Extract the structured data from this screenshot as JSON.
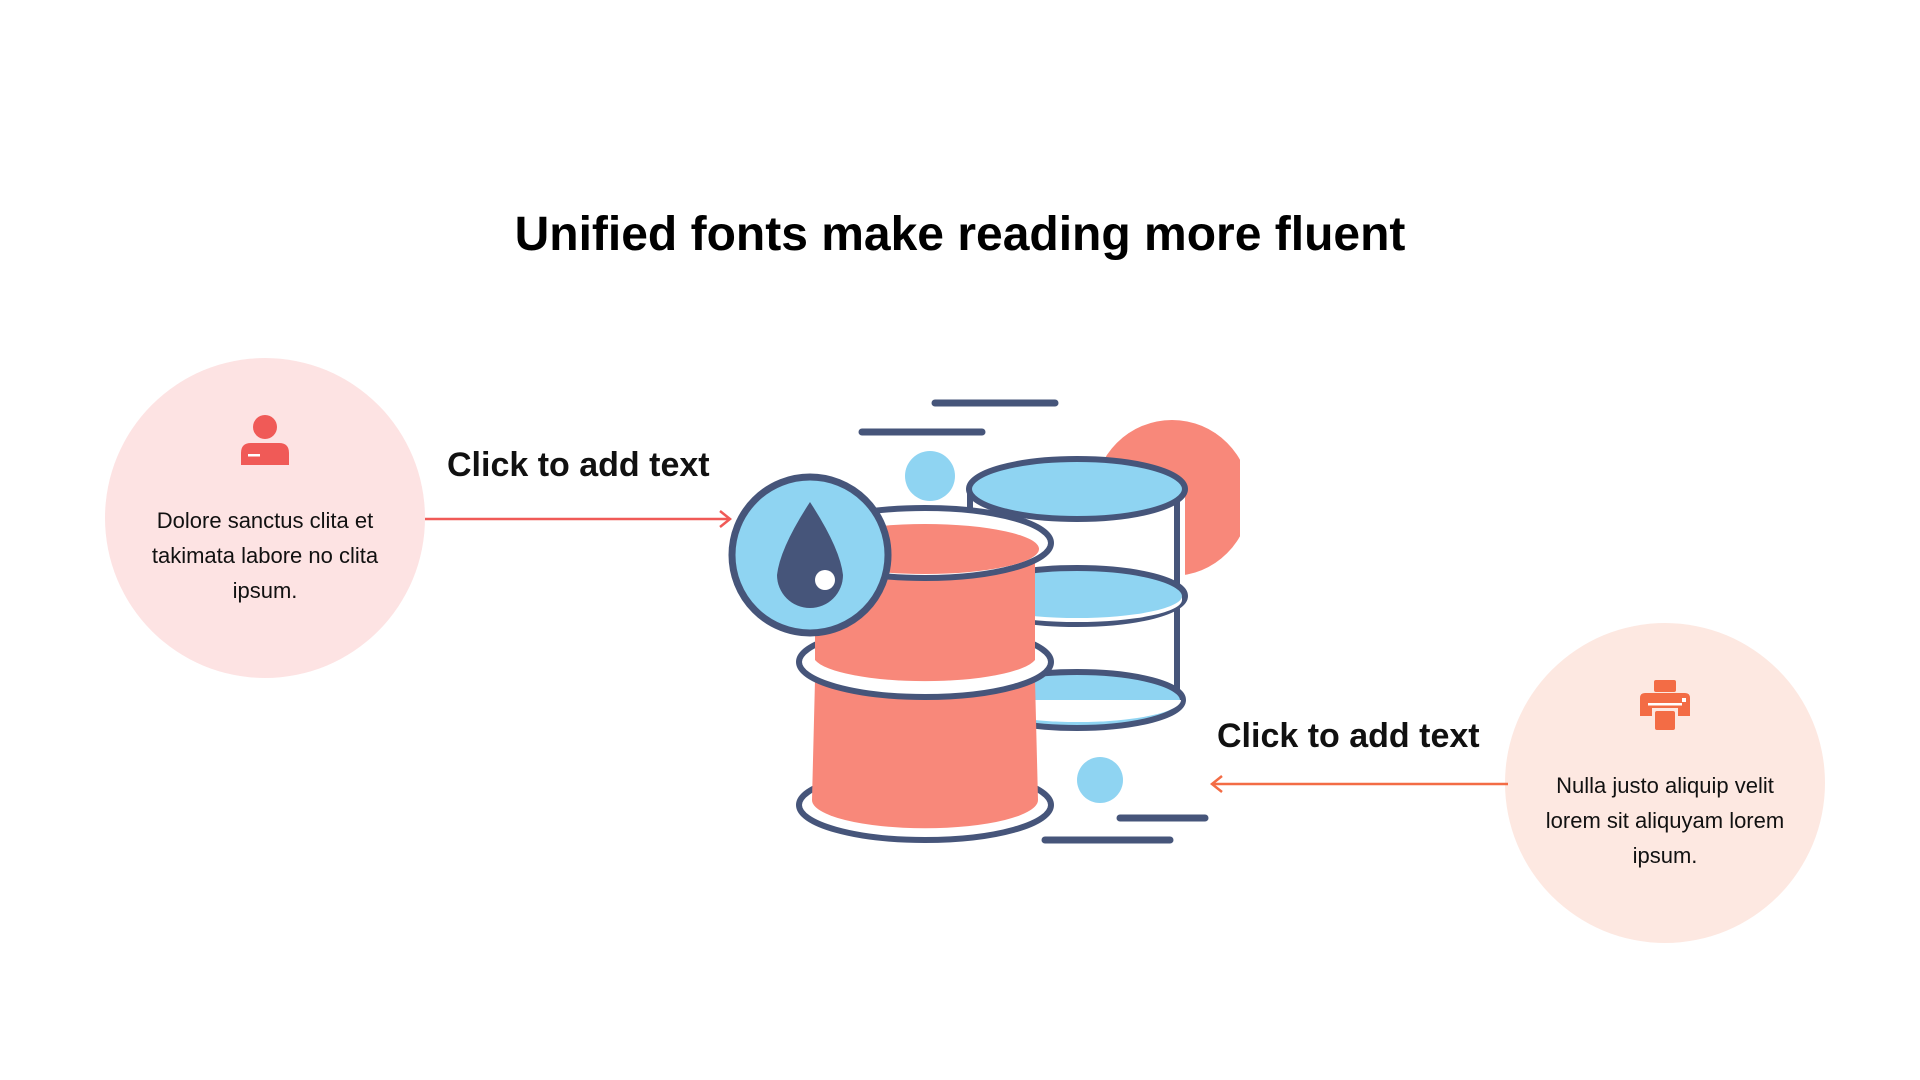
{
  "title": "Unified fonts make reading more fluent",
  "left_item": {
    "icon": "user-icon",
    "text": "Dolore sanctus clita et takimata labore no clita ipsum.",
    "label": "Click to add text",
    "accent_color": "#f05a57",
    "bg_color": "#fde3e3"
  },
  "right_item": {
    "icon": "printer-icon",
    "text": "Nulla justo aliquip velit lorem sit aliquyam lorem ipsum.",
    "label": "Click to add text",
    "accent_color": "#f36c45",
    "bg_color": "#fde8e1"
  },
  "illustration": {
    "icon": "oil-barrels-icon",
    "colors": {
      "outline": "#46557a",
      "coral": "#f8887a",
      "light_blue": "#8fd4f2",
      "white": "#ffffff"
    }
  }
}
